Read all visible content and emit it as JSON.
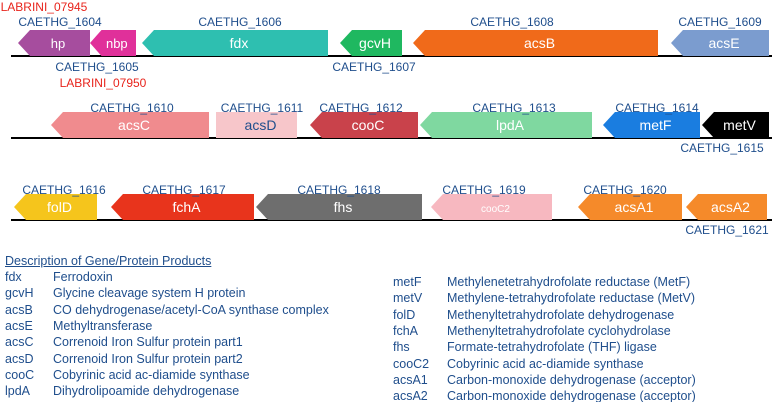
{
  "colors": {
    "label_blue": "#1f4e8c",
    "label_red": "#e8241c",
    "track_black": "#000000"
  },
  "tracks": [
    {
      "genes": [
        {
          "name": "hp",
          "color": "#a64d9e",
          "dir": "left"
        },
        {
          "name": "nbp",
          "color": "#e0309a",
          "dir": "left"
        },
        {
          "name": "fdx",
          "color": "#2ebfb0",
          "dir": "left"
        },
        {
          "name": "gcvH",
          "color": "#1fb860",
          "dir": "left"
        },
        {
          "name": "acsB",
          "color": "#f06a1a",
          "dir": "left"
        },
        {
          "name": "acsE",
          "color": "#7b9ccf",
          "dir": "left"
        }
      ],
      "labels": [
        {
          "text": "LABRINI_07945",
          "color": "red"
        },
        {
          "text": "CAETHG_1604",
          "color": "blue"
        },
        {
          "text": "CAETHG_1606",
          "color": "blue"
        },
        {
          "text": "CAETHG_1608",
          "color": "blue"
        },
        {
          "text": "CAETHG_1609",
          "color": "blue"
        },
        {
          "text": "CAETHG_1605",
          "color": "blue"
        },
        {
          "text": "LABRINI_07950",
          "color": "red"
        },
        {
          "text": "CAETHG_1607",
          "color": "blue"
        }
      ]
    },
    {
      "genes": [
        {
          "name": "acsC",
          "color": "#f08b8e",
          "dir": "left"
        },
        {
          "name": "acsD",
          "color": "#f7c6ca",
          "dir": "none"
        },
        {
          "name": "cooC",
          "color": "#c9424b",
          "dir": "left"
        },
        {
          "name": "lpdA",
          "color": "#7fd8a0",
          "dir": "left"
        },
        {
          "name": "metF",
          "color": "#1a7de0",
          "dir": "left"
        },
        {
          "name": "metV",
          "color": "#000000",
          "dir": "left"
        }
      ],
      "labels": [
        {
          "text": "CAETHG_1610",
          "color": "blue"
        },
        {
          "text": "CAETHG_1611",
          "color": "blue"
        },
        {
          "text": "CAETHG_1612",
          "color": "blue"
        },
        {
          "text": "CAETHG_1613",
          "color": "blue"
        },
        {
          "text": "CAETHG_1614",
          "color": "blue"
        },
        {
          "text": "CAETHG_1615",
          "color": "blue"
        }
      ]
    },
    {
      "genes": [
        {
          "name": "folD",
          "color": "#f5c51c",
          "dir": "left"
        },
        {
          "name": "fchA",
          "color": "#e8341c",
          "dir": "left"
        },
        {
          "name": "fhs",
          "color": "#6e6e6e",
          "dir": "left"
        },
        {
          "name": "cooC2",
          "color": "#f7b8c0",
          "dir": "left"
        },
        {
          "name": "acsA1",
          "color": "#f58a2a",
          "dir": "left"
        },
        {
          "name": "acsA2",
          "color": "#f58a2a",
          "dir": "left"
        }
      ],
      "labels": [
        {
          "text": "CAETHG_1616",
          "color": "blue"
        },
        {
          "text": "CAETHG_1617",
          "color": "blue"
        },
        {
          "text": "CAETHG_1618",
          "color": "blue"
        },
        {
          "text": "CAETHG_1619",
          "color": "blue"
        },
        {
          "text": "CAETHG_1620",
          "color": "blue"
        },
        {
          "text": "CAETHG_1621",
          "color": "blue"
        }
      ]
    }
  ],
  "legend": {
    "title": "Description of Gene/Protein Products",
    "left": [
      {
        "abbr": "fdx",
        "desc": "Ferrodoxin"
      },
      {
        "abbr": "gcvH",
        "desc": "Glycine cleavage system H protein"
      },
      {
        "abbr": "acsB",
        "desc": "CO dehydrogenase/acetyl-CoA synthase complex"
      },
      {
        "abbr": "acsE",
        "desc": "Methyltransferase"
      },
      {
        "abbr": "acsC",
        "desc": "Correnoid Iron Sulfur protein part1"
      },
      {
        "abbr": "acsD",
        "desc": "Correnoid Iron Sulfur protein part2"
      },
      {
        "abbr": "cooC",
        "desc": "Cobyrinic acid ac-diamide synthase"
      },
      {
        "abbr": "lpdA",
        "desc": "Dihydrolipoamide dehydrogenase"
      }
    ],
    "right": [
      {
        "abbr": "metF",
        "desc": "Methylenetetrahydrofolate reductase (MetF)"
      },
      {
        "abbr": "metV",
        "desc": "Methylene-tetrahydrofolate reductase (MetV)"
      },
      {
        "abbr": "folD",
        "desc": "Methenyltetrahydrofolate dehydrogenase"
      },
      {
        "abbr": "fchA",
        "desc": "Methenyltetrahydrofolate cyclohydrolase"
      },
      {
        "abbr": "fhs",
        "desc": "Formate-tetrahydrofolate (THF) ligase"
      },
      {
        "abbr": "cooC2",
        "desc": "Cobyrinic acid ac-diamide synthase"
      },
      {
        "abbr": "acsA1",
        "desc": "Carbon-monoxide dehydrogenase (acceptor)"
      },
      {
        "abbr": "acsA2",
        "desc": "Carbon-monoxide dehydrogenase (acceptor)"
      }
    ]
  }
}
